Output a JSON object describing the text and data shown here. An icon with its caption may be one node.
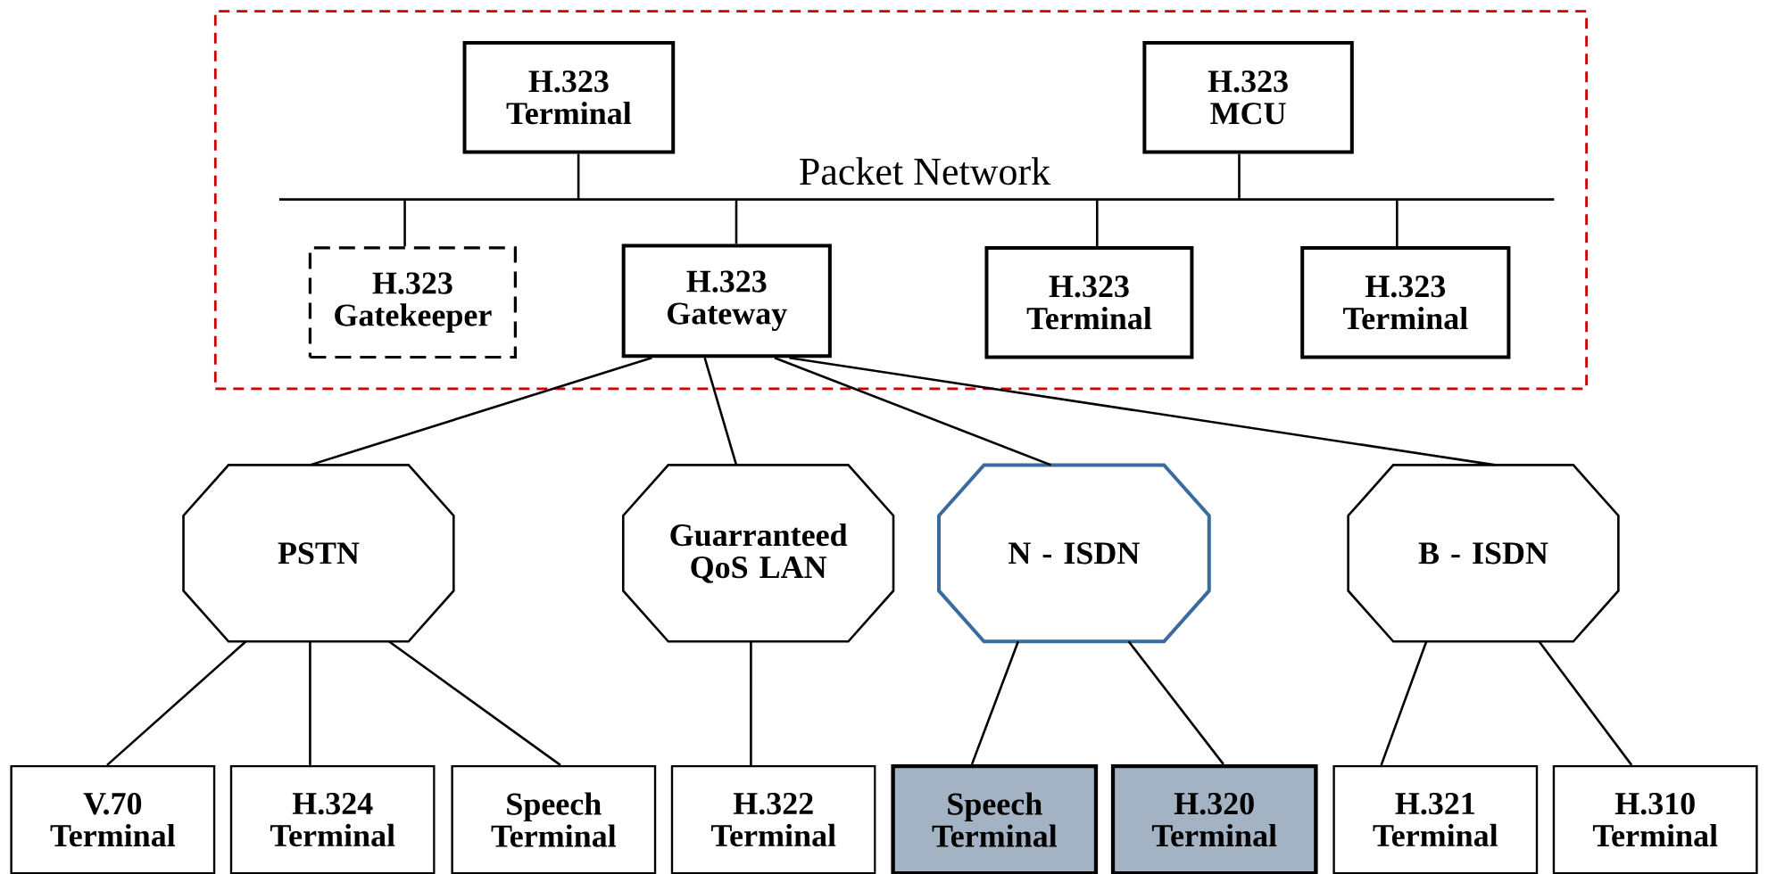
{
  "diagram": {
    "nodes": [
      {
        "text": [],
        "shape": "box"
      },
      {
        "text": [
          "H.323 Terminal"
        ],
        "in": 0
      },
      {
        "text": [
          "H.323 MCU"
        ],
        "in": 0
      },
      {
        "text": [
          "Packet Network"
        ],
        "in": 0
      },
      {
        "text": [
          "H.323 Gatekeeper"
        ],
        "in": 0
      },
      {
        "text": [
          "H.323 Gateway"
        ],
        "in": 0
      },
      {
        "text": [
          "H.323 Terminal"
        ],
        "in": 0
      },
      {
        "text": [
          "H.323 Terminal"
        ],
        "in": 0
      },
      {
        "text": [
          "PSTN"
        ]
      },
      {
        "text": [
          "Guarranteed QoS LAN"
        ]
      },
      {
        "text": [
          "N - ISDN"
        ]
      },
      {
        "text": [
          "B - ISDN"
        ]
      },
      {
        "text": [
          "V.70 Terminal"
        ]
      },
      {
        "text": [
          "H.324 Terminal"
        ]
      },
      {
        "text": [
          "Speech Terminal"
        ]
      },
      {
        "text": [
          "H.322 Terminal"
        ]
      },
      {
        "text": [
          "Speech Terminal"
        ]
      },
      {
        "text": [
          "H.320 Terminal"
        ]
      },
      {
        "text": [
          "H.321 Terminal"
        ]
      },
      {
        "text": [
          "H.310 Terminal"
        ]
      }
    ],
    "edges": [
      {
        "from": 1,
        "to": 3,
        "arrow": "none"
      },
      {
        "from": 2,
        "to": 3,
        "arrow": "none"
      },
      {
        "from": 3,
        "to": 4,
        "arrow": "none"
      },
      {
        "from": 3,
        "to": 5,
        "arrow": "none"
      },
      {
        "from": 3,
        "to": 6,
        "arrow": "none"
      },
      {
        "from": 3,
        "to": 7,
        "arrow": "none"
      },
      {
        "from": 5,
        "to": 8,
        "arrow": "none"
      },
      {
        "from": 5,
        "to": 9,
        "arrow": "none"
      },
      {
        "from": 5,
        "to": 10,
        "arrow": "none"
      },
      {
        "from": 5,
        "to": 11,
        "arrow": "none"
      },
      {
        "from": 8,
        "to": 12,
        "arrow": "none"
      },
      {
        "from": 8,
        "to": 13,
        "arrow": "none"
      },
      {
        "from": 8,
        "to": 14,
        "arrow": "none"
      },
      {
        "from": 9,
        "to": 15,
        "arrow": "none"
      },
      {
        "from": 10,
        "to": 16,
        "arrow": "none"
      },
      {
        "from": 10,
        "to": 17,
        "arrow": "none"
      },
      {
        "from": 11,
        "to": 18,
        "arrow": "none"
      },
      {
        "from": 11,
        "to": 19,
        "arrow": "none"
      }
    ]
  }
}
